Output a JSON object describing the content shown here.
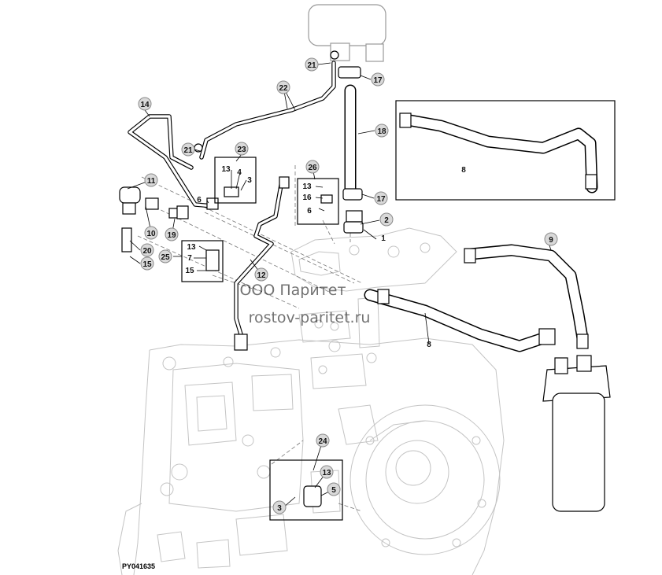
{
  "diagram": {
    "drawing_code": "PY041635",
    "watermark": {
      "line1": "ООО Паритет",
      "line2": "rostov-paritet.ru"
    },
    "callouts": [
      "21",
      "17",
      "22",
      "14",
      "18",
      "23",
      "21",
      "13",
      "4",
      "3",
      "26",
      "11",
      "6",
      "13",
      "16",
      "17",
      "8",
      "6",
      "2",
      "10",
      "19",
      "1",
      "20",
      "9",
      "13",
      "25",
      "7",
      "15",
      "15",
      "12",
      "8",
      "24",
      "13",
      "5",
      "3"
    ]
  }
}
